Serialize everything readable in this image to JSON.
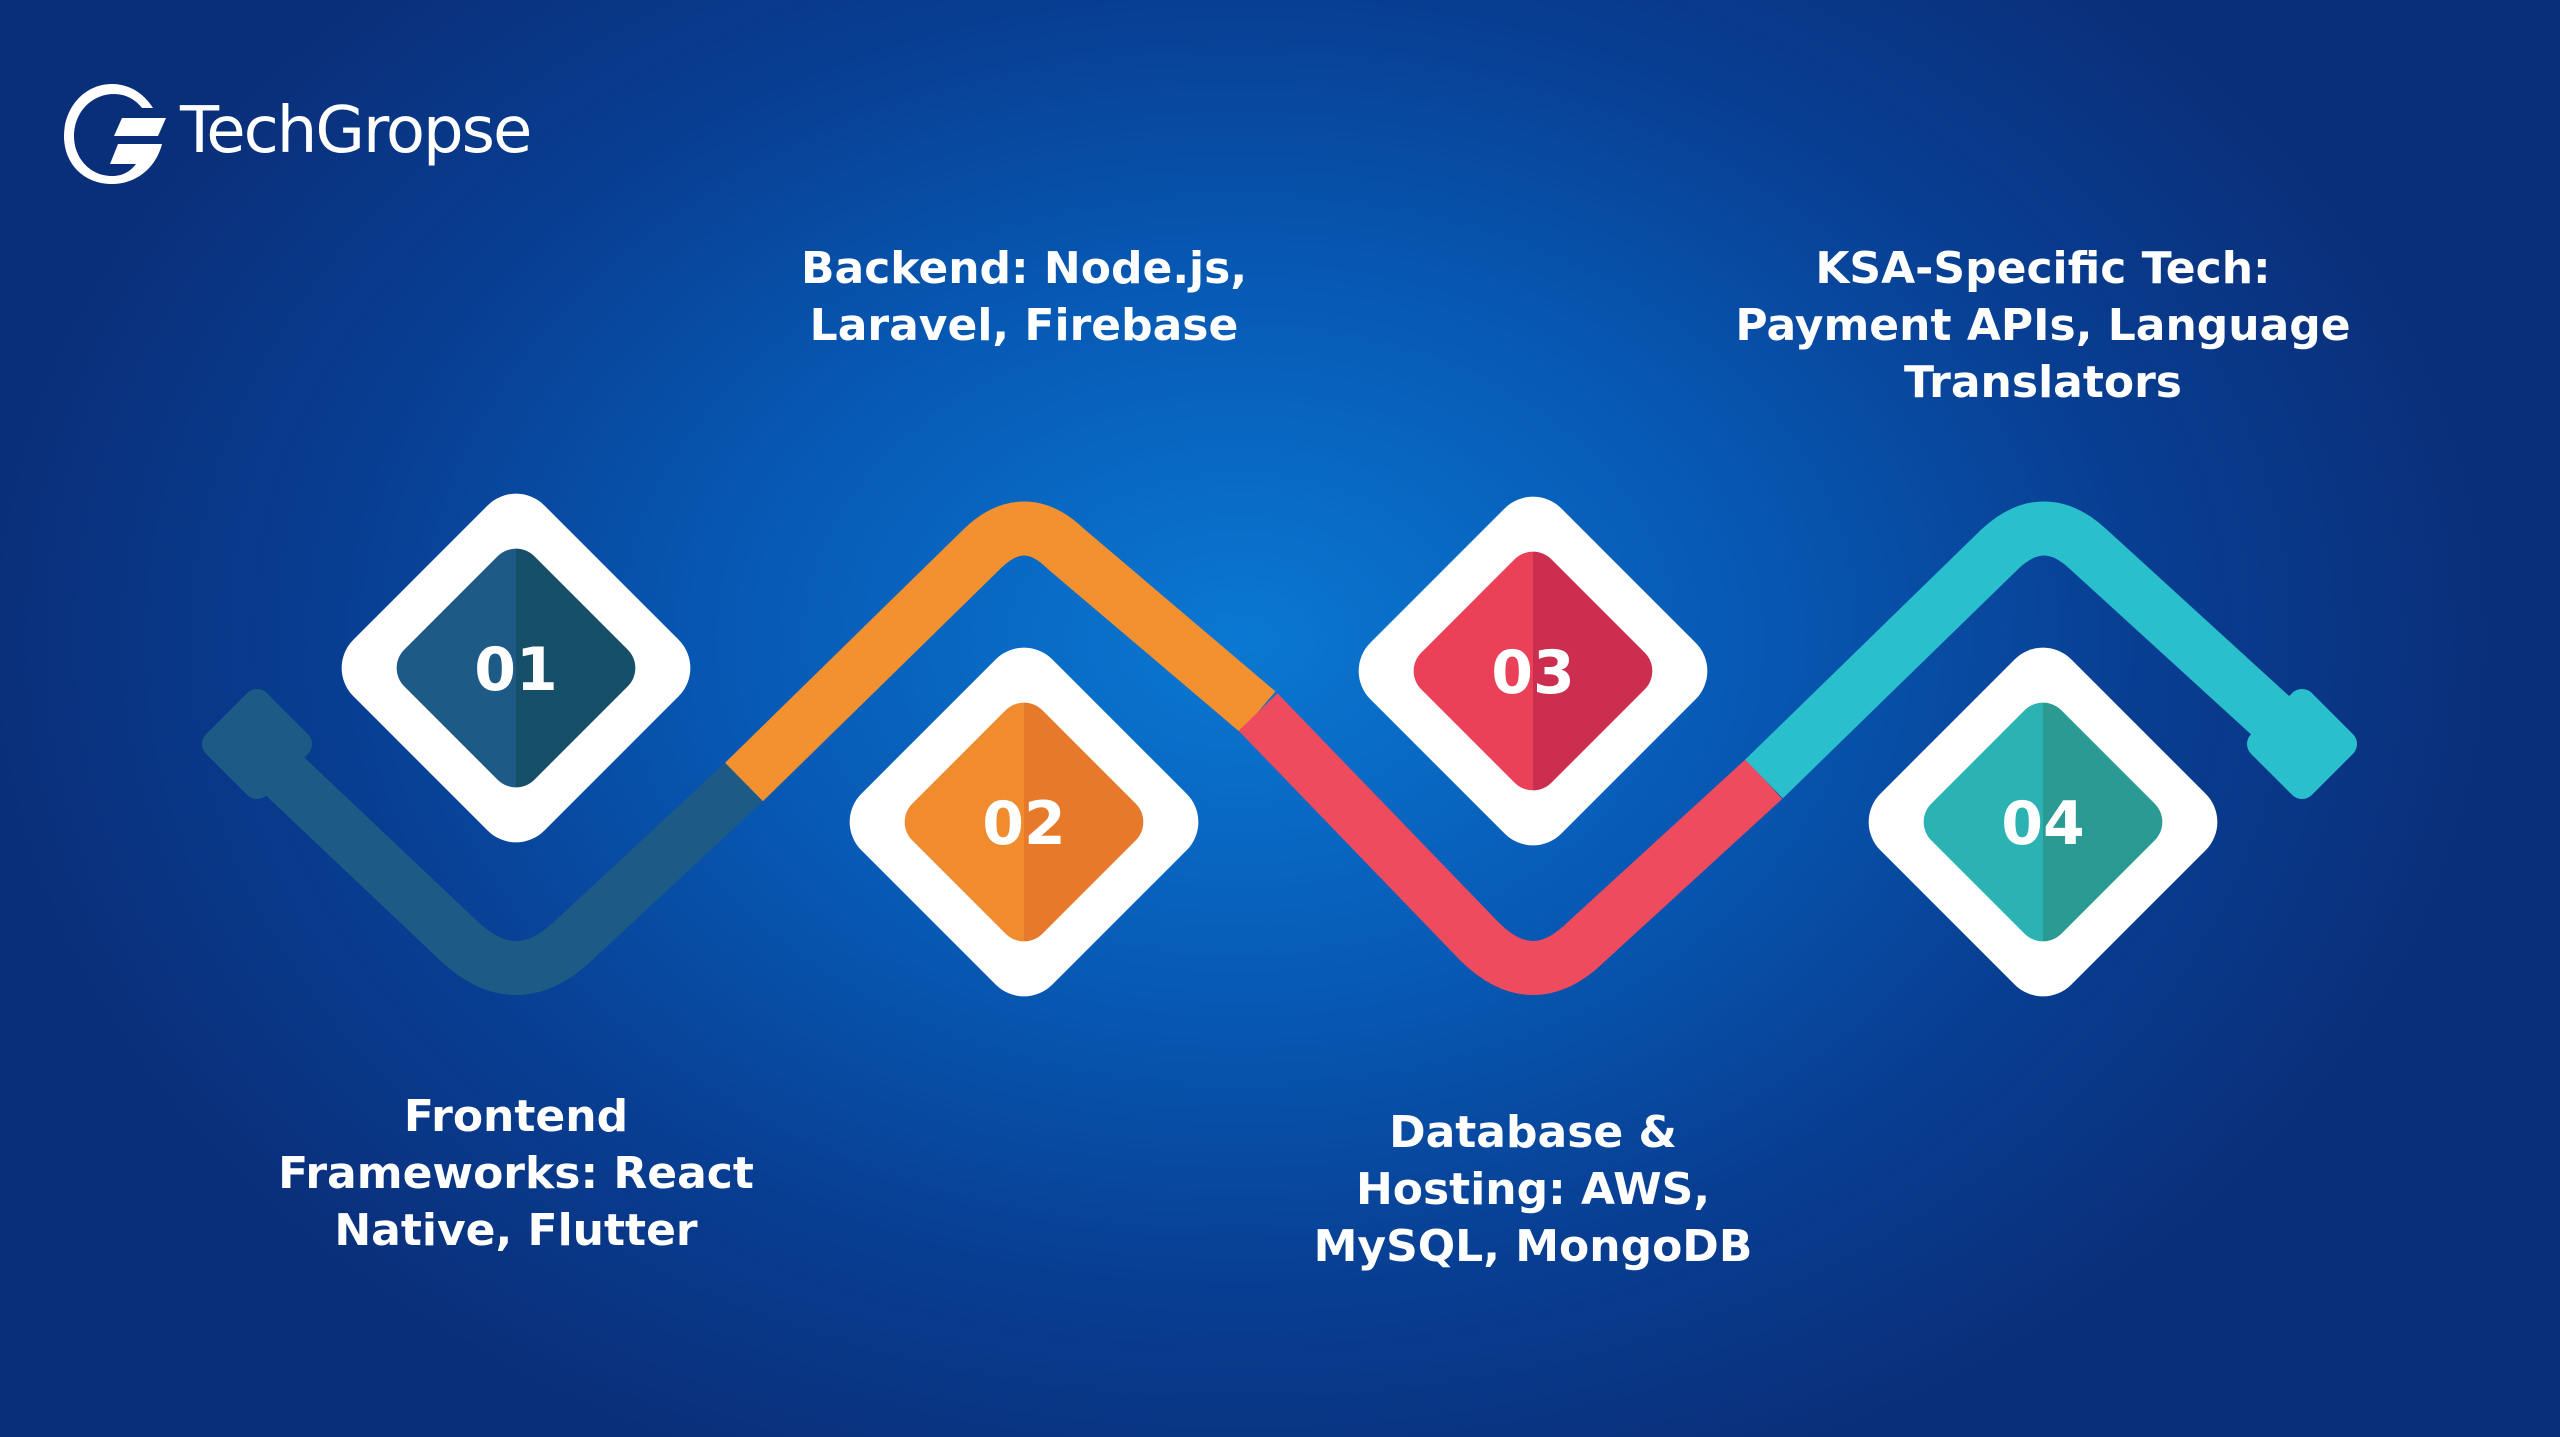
{
  "brand": {
    "name": "TechGropse",
    "logo_mark": "G"
  },
  "steps": [
    {
      "number": "01",
      "text": "Frontend\nFrameworks: React\nNative, Flutter",
      "color": "#1e5a86"
    },
    {
      "number": "02",
      "text": "Backend: Node.js,\nLaravel, Firebase",
      "color": "#f39130"
    },
    {
      "number": "03",
      "text": "Database &\nHosting: AWS,\nMySQL, MongoDB",
      "color": "#ef4b5f"
    },
    {
      "number": "04",
      "text": "KSA-Specific Tech:\nPayment APIs, Language\nTranslators",
      "color": "#29bfcc"
    }
  ],
  "colors": {
    "background": "#0759b4",
    "step1_dark": "#1a5c7c",
    "step2_dark": "#e8782a",
    "step3_dark": "#d03050",
    "step4_dark": "#2a9a92"
  }
}
